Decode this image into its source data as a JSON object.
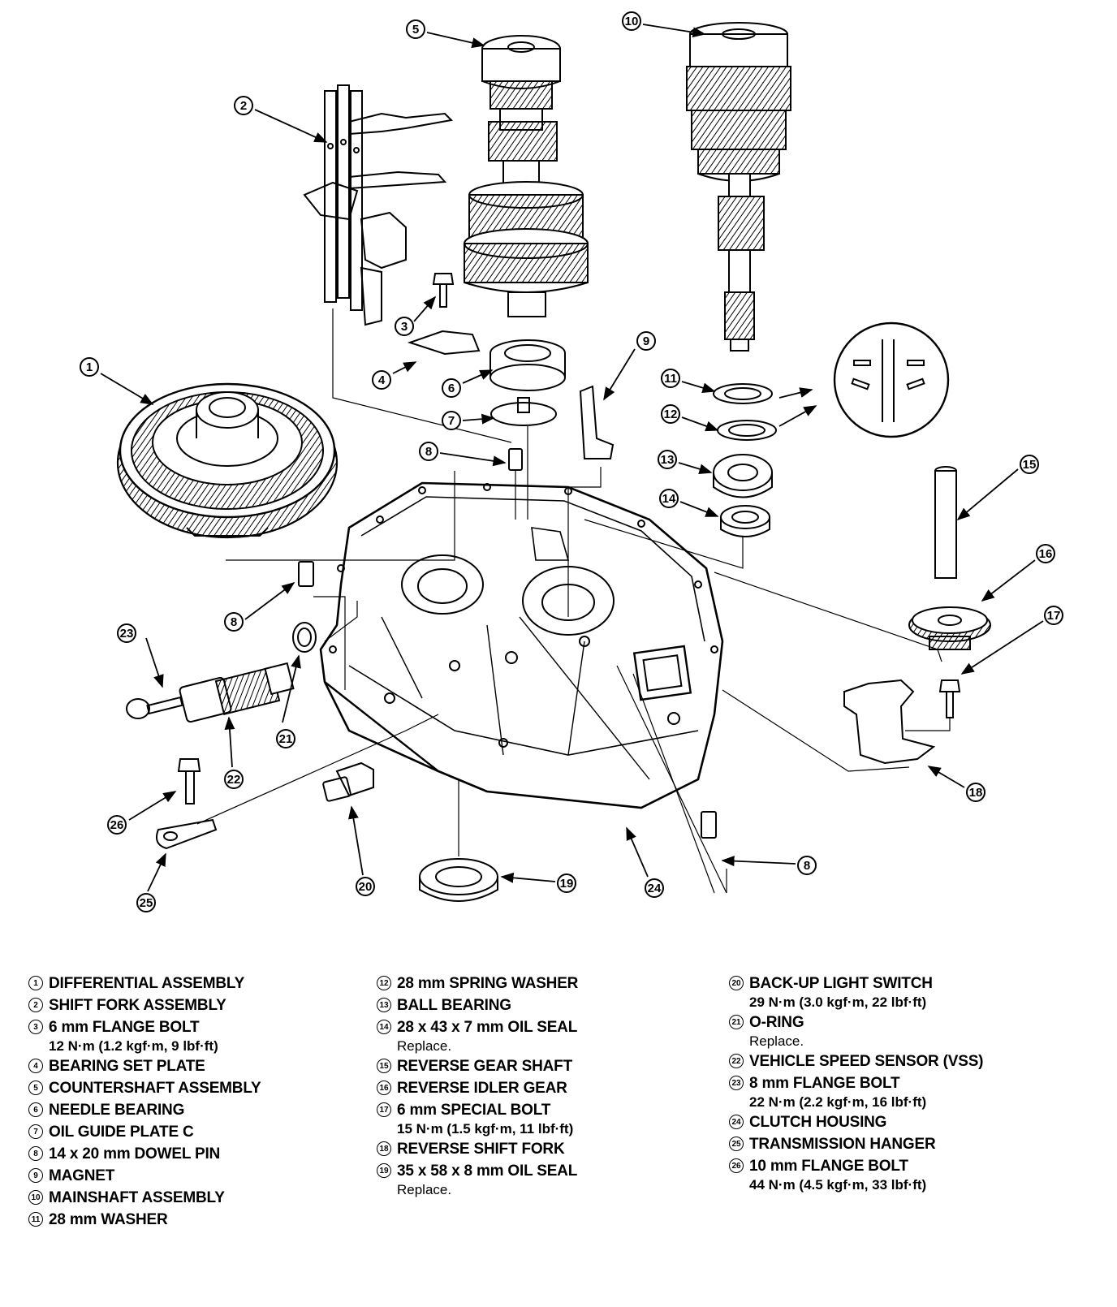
{
  "parts": [
    {
      "num": "1",
      "name": "DIFFERENTIAL ASSEMBLY"
    },
    {
      "num": "2",
      "name": "SHIFT FORK ASSEMBLY"
    },
    {
      "num": "3",
      "name": "6 mm FLANGE BOLT",
      "spec": "12 N·m (1.2 kgf·m, 9 lbf·ft)"
    },
    {
      "num": "4",
      "name": "BEARING SET PLATE"
    },
    {
      "num": "5",
      "name": "COUNTERSHAFT ASSEMBLY"
    },
    {
      "num": "6",
      "name": "NEEDLE BEARING"
    },
    {
      "num": "7",
      "name": "OIL GUIDE PLATE C"
    },
    {
      "num": "8",
      "name": "14 x 20 mm DOWEL PIN"
    },
    {
      "num": "9",
      "name": "MAGNET"
    },
    {
      "num": "10",
      "name": "MAINSHAFT ASSEMBLY"
    },
    {
      "num": "11",
      "name": "28 mm WASHER"
    },
    {
      "num": "12",
      "name": "28 mm SPRING WASHER"
    },
    {
      "num": "13",
      "name": "BALL BEARING"
    },
    {
      "num": "14",
      "name": "28 x 43 x 7 mm OIL SEAL",
      "note": "Replace."
    },
    {
      "num": "15",
      "name": "REVERSE GEAR SHAFT"
    },
    {
      "num": "16",
      "name": "REVERSE IDLER GEAR"
    },
    {
      "num": "17",
      "name": "6 mm SPECIAL BOLT",
      "spec": "15 N·m (1.5 kgf·m, 11 lbf·ft)"
    },
    {
      "num": "18",
      "name": "REVERSE SHIFT FORK"
    },
    {
      "num": "19",
      "name": "35 x 58 x 8 mm OIL SEAL",
      "note": "Replace."
    },
    {
      "num": "20",
      "name": "BACK-UP LIGHT SWITCH",
      "spec": "29 N·m (3.0 kgf·m, 22 lbf·ft)"
    },
    {
      "num": "21",
      "name": "O-RING",
      "note": "Replace."
    },
    {
      "num": "22",
      "name": "VEHICLE SPEED SENSOR (VSS)"
    },
    {
      "num": "23",
      "name": "8 mm FLANGE BOLT",
      "spec": "22 N·m (2.2 kgf·m, 16 lbf·ft)"
    },
    {
      "num": "24",
      "name": "CLUTCH HOUSING"
    },
    {
      "num": "25",
      "name": "TRANSMISSION HANGER"
    },
    {
      "num": "26",
      "name": "10 mm FLANGE BOLT",
      "spec": "44 N·m (4.5 kgf·m, 33 lbf·ft)"
    }
  ],
  "callouts": [
    "1",
    "2",
    "3",
    "4",
    "5",
    "6",
    "7",
    "8",
    "9",
    "10",
    "11",
    "12",
    "13",
    "14",
    "15",
    "16",
    "17",
    "18",
    "19",
    "20",
    "21",
    "22",
    "23",
    "24",
    "25",
    "26"
  ]
}
